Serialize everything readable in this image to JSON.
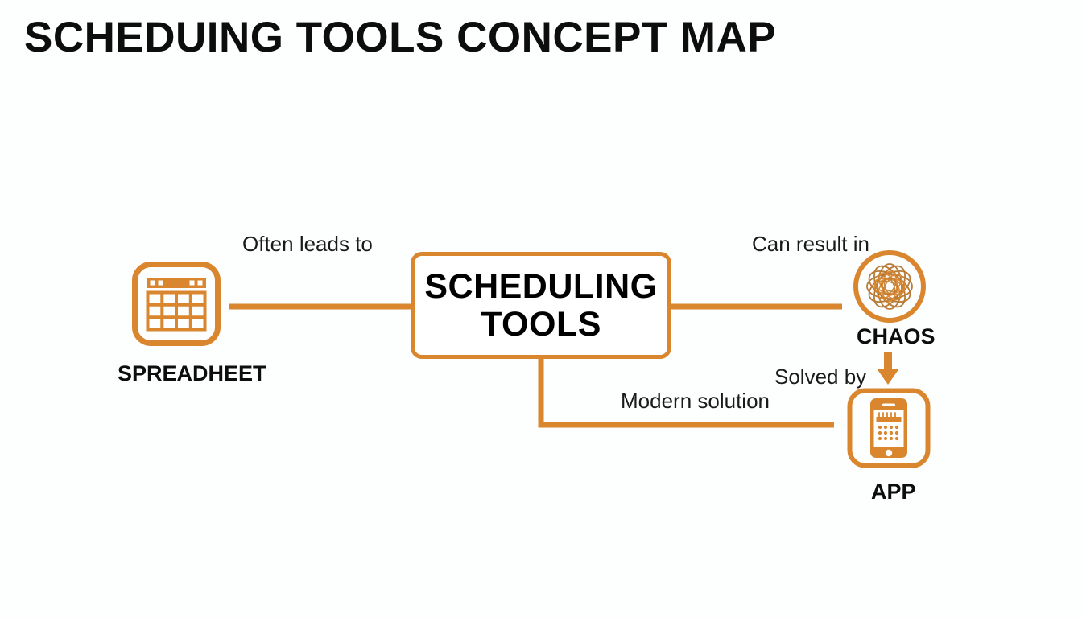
{
  "page": {
    "title": "SCHEDUING TOOLS CONCEPT MAP",
    "background_color": "#fdfefe",
    "accent_color": "#d9862f",
    "text_color": "#0d0d0d"
  },
  "diagram": {
    "type": "concept-map",
    "central_node": {
      "label": "SCHEDULING\nTOOLS",
      "line1": "SCHEDULING",
      "line2": "TOOLS",
      "shape": "rounded-rectangle",
      "border_color": "#d9862f",
      "fill_color": "#ffffff"
    },
    "nodes": [
      {
        "id": "spreadsheet",
        "caption": "SPREADHEET",
        "icon": "spreadsheet-icon",
        "position": "left"
      },
      {
        "id": "chaos",
        "caption": "CHAOS",
        "icon": "chaos-tangle-icon",
        "position": "top-right"
      },
      {
        "id": "app",
        "caption": "APP",
        "icon": "mobile-app-calendar-icon",
        "position": "bottom-right"
      }
    ],
    "edges": [
      {
        "id": "spreadsheet-to-center",
        "label": "Often leads to",
        "from": "spreadsheet",
        "to": "central_node",
        "style": "straight-horizontal",
        "color": "#d9862f"
      },
      {
        "id": "center-to-chaos",
        "label": "Can result in",
        "from": "central_node",
        "to": "chaos",
        "style": "straight-horizontal",
        "color": "#d9862f"
      },
      {
        "id": "center-to-app",
        "label": "Modern solution",
        "from": "central_node",
        "to": "app",
        "style": "elbow-down-right",
        "color": "#d9862f"
      },
      {
        "id": "chaos-to-app",
        "label": "Solved by",
        "from": "chaos",
        "to": "app",
        "style": "down-arrow",
        "color": "#d9862f"
      }
    ]
  }
}
